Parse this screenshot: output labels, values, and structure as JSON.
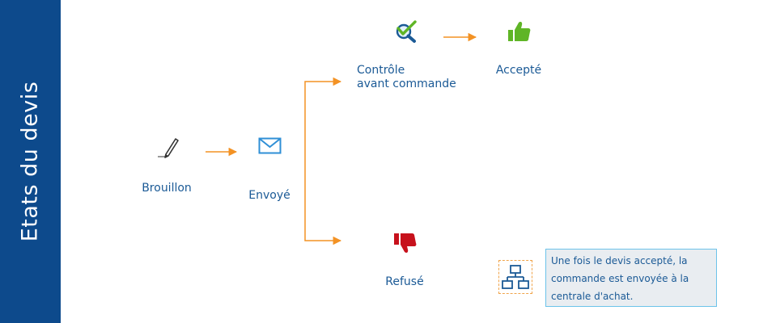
{
  "sidebar": {
    "title": "Etats du devis"
  },
  "states": {
    "brouillon": {
      "label": "Brouillon",
      "icon": "pencil-icon"
    },
    "envoye": {
      "label": "Envoyé",
      "icon": "envelope-icon"
    },
    "controle": {
      "label_line1": "Contrôle",
      "label_line2": "avant commande",
      "icon": "magnifier-check-icon"
    },
    "accepte": {
      "label": "Accepté",
      "icon": "thumbs-up-icon"
    },
    "refuse": {
      "label": "Refusé",
      "icon": "thumbs-down-icon"
    }
  },
  "note": {
    "icon": "workflow-icon",
    "lines": [
      "Une fois le devis accepté, la",
      "commande est envoyée à la",
      "centrale d'achat."
    ]
  },
  "colors": {
    "sidebar": "#0d4a8c",
    "label": "#1b5a96",
    "arrow": "#f39224",
    "accept": "#5fb526",
    "refuse": "#c7111c",
    "envelope": "#2f8fd6",
    "note_border": "#6cc3ea",
    "note_bg": "#e9edf1"
  }
}
